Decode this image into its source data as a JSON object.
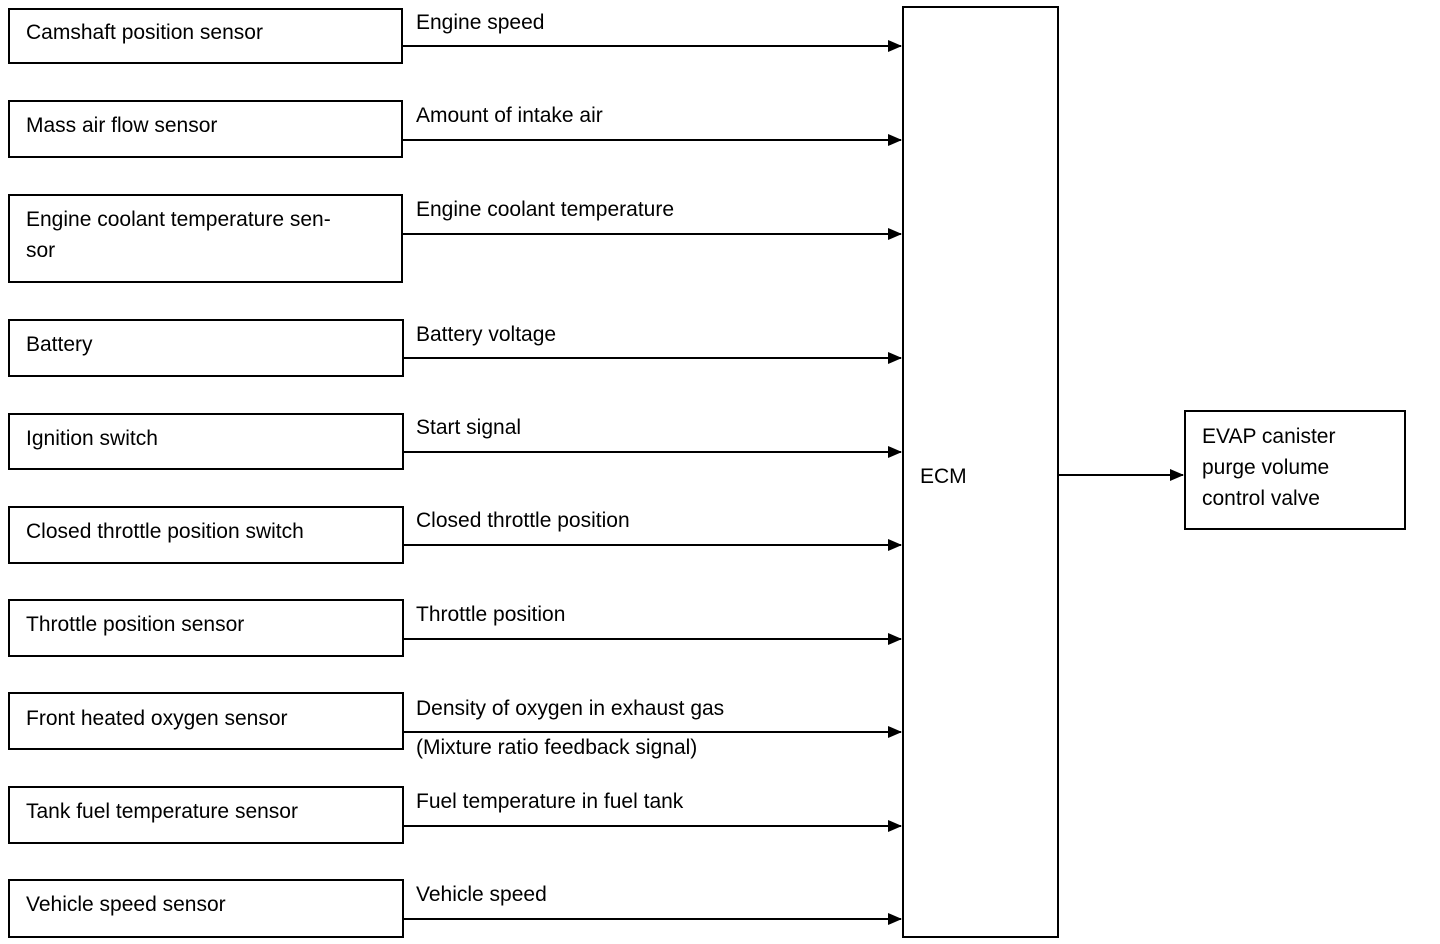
{
  "sensors": [
    {
      "name": "Camshaft position sensor",
      "signal": "Engine speed"
    },
    {
      "name": "Mass air flow sensor",
      "signal": "Amount of intake air"
    },
    {
      "name": "Engine coolant temperature sen-\nsor",
      "signal": "Engine coolant temperature"
    },
    {
      "name": "Battery",
      "signal": "Battery voltage"
    },
    {
      "name": "Ignition switch",
      "signal": "Start signal"
    },
    {
      "name": "Closed throttle position switch",
      "signal": "Closed throttle position"
    },
    {
      "name": "Throttle position sensor",
      "signal": "Throttle position"
    },
    {
      "name": "Front heated oxygen sensor",
      "signal": "Density of oxygen in exhaust gas",
      "signal_note": "(Mixture ratio feedback signal)"
    },
    {
      "name": "Tank fuel temperature sensor",
      "signal": "Fuel temperature in fuel tank"
    },
    {
      "name": "Vehicle speed sensor",
      "signal": "Vehicle speed"
    }
  ],
  "ecm": {
    "label": "ECM"
  },
  "actuator": {
    "label": "EVAP canister\npurge volume\ncontrol valve"
  },
  "colors": {
    "line": "#000000",
    "background": "#ffffff"
  }
}
